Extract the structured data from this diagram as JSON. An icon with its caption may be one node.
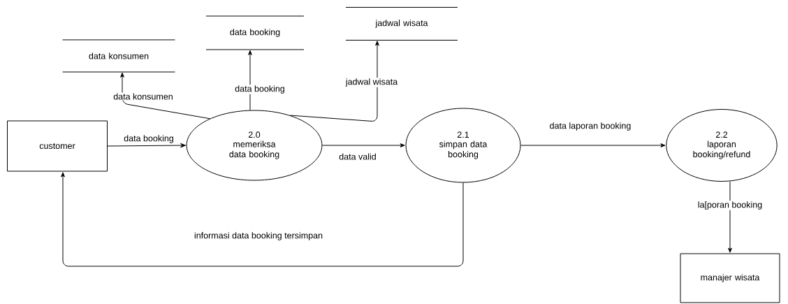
{
  "diagram": {
    "nodes": [
      {
        "text": [
          "customer"
        ]
      },
      {
        "text": [
          "2.0",
          "memeriksa data booking"
        ]
      },
      {
        "text": [
          "2.1",
          "simpan data booking"
        ]
      },
      {
        "text": [
          "2.2",
          "laporan booking/refund"
        ]
      },
      {
        "text": [
          "manajer wisata"
        ]
      },
      {
        "text": [
          "data konsumen"
        ]
      },
      {
        "text": [
          "data booking"
        ]
      },
      {
        "text": [
          "jadwal wisata"
        ]
      }
    ],
    "edges": [
      {
        "from": 0,
        "to": 1,
        "arrow": "to",
        "label": "data booking"
      },
      {
        "from": 1,
        "to": 2,
        "arrow": "to",
        "label": "data valid"
      },
      {
        "from": 2,
        "to": 3,
        "arrow": "to",
        "label": "data laporan booking"
      },
      {
        "from": 3,
        "to": 4,
        "arrow": "to",
        "label": "la[poran booking"
      },
      {
        "from": 2,
        "to": 0,
        "arrow": "to",
        "label": "informasi data booking tersimpan"
      },
      {
        "from": 1,
        "to": 5,
        "arrow": "to",
        "label": "data konsumen"
      },
      {
        "from": 1,
        "to": 6,
        "arrow": "to",
        "label": "data booking"
      },
      {
        "from": 1,
        "to": 7,
        "arrow": "to",
        "label": "jadwal wisata"
      }
    ]
  }
}
